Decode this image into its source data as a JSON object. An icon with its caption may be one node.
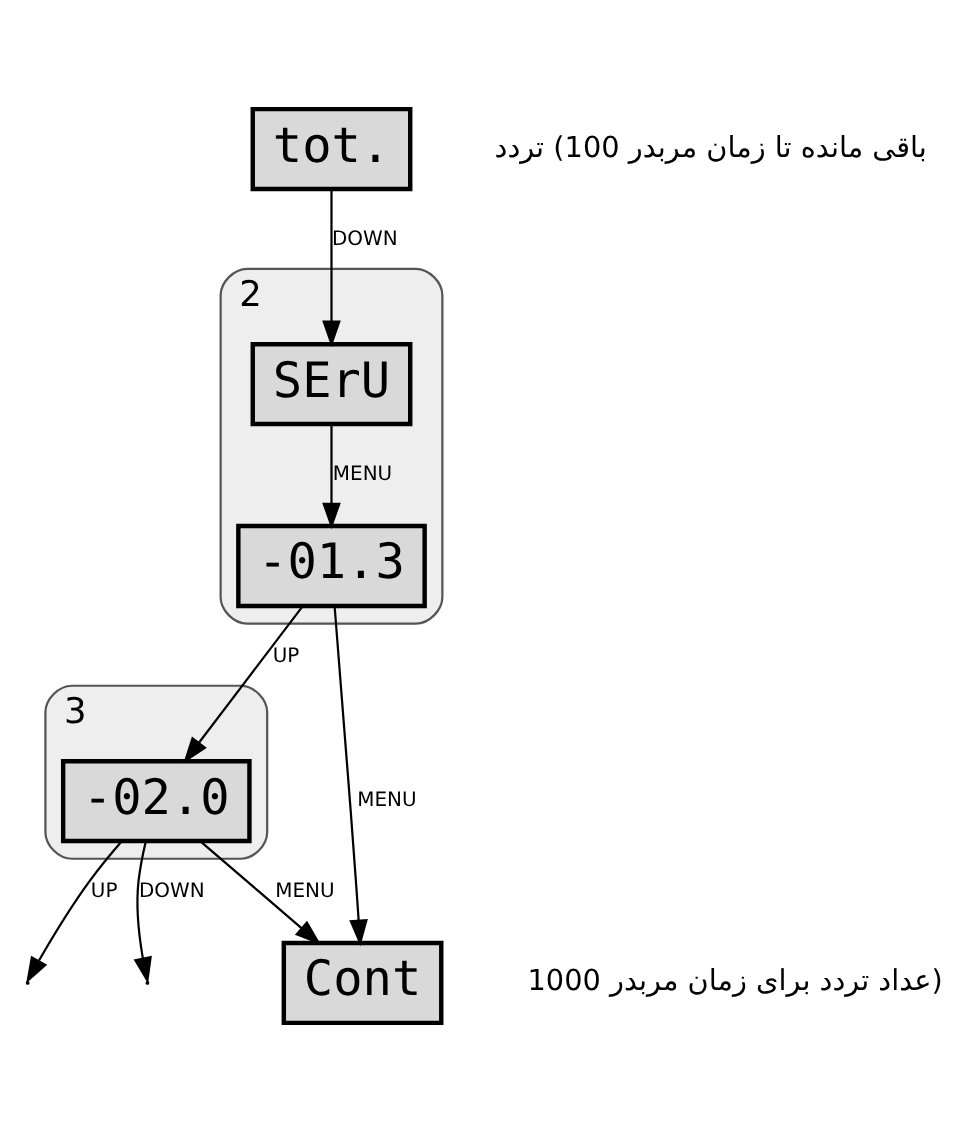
{
  "diagram": {
    "nodes": [
      {
        "text": [
          "tot."
        ],
        "beside": [
          "باقی مانده تا زمان مربدر 100) تردد"
        ]
      },
      {
        "text": [
          "2"
        ]
      },
      {
        "text": [
          "SErU"
        ],
        "in": 1
      },
      {
        "text": [
          "-01.3"
        ],
        "in": 1
      },
      {
        "text": [
          "3"
        ]
      },
      {
        "text": [
          "-02.0"
        ],
        "in": 4
      },
      {
        "text": [
          "Cont"
        ],
        "beside": [
          "عداد تردد برای زمان مربدر 1000)"
        ]
      }
    ],
    "edges": [
      {
        "from": 0,
        "to": 2,
        "arrow": "to",
        "label": "DOWN"
      },
      {
        "from": 2,
        "to": 3,
        "arrow": "to",
        "label": "MENU"
      },
      {
        "from": 3,
        "to": 5,
        "arrow": "to",
        "label": "UP"
      },
      {
        "from": 5,
        "to": null,
        "arrow": "to",
        "label": "UP"
      },
      {
        "from": 5,
        "to": null,
        "arrow": "to",
        "label": "DOWN"
      },
      {
        "from": 5,
        "to": 6,
        "arrow": "to",
        "label": "MENU"
      },
      {
        "from": 3,
        "to": 6,
        "arrow": "to",
        "label": "MENU"
      }
    ]
  }
}
